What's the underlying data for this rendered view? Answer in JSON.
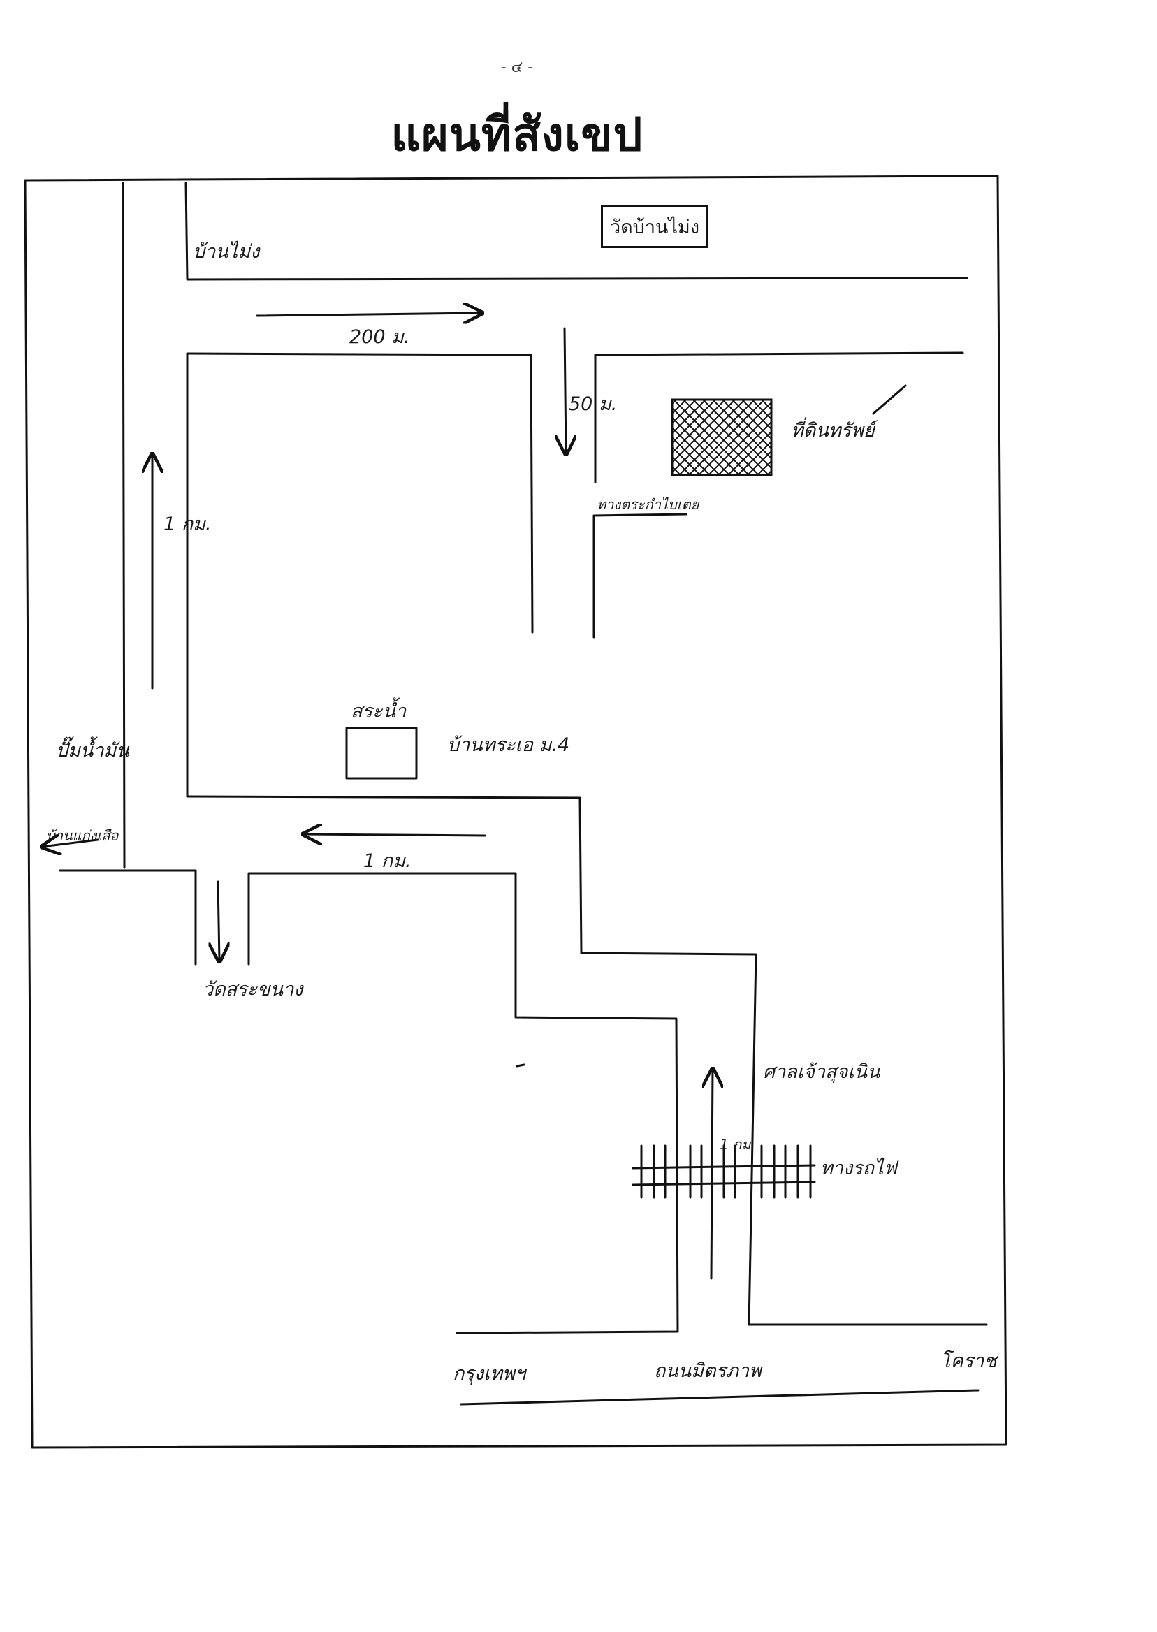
{
  "page_number": "- ๔ -",
  "title": "แผนที่สังเขป",
  "labels": {
    "village_top": "บ้านไม่ง",
    "temple_top": "วัดบ้านไม่ง",
    "dist_200": "200 ม.",
    "dist_50": "50 ม.",
    "land_site": "ที่ดินทรัพย์",
    "lane": "ทางตระกำไบเตย",
    "dist_1km_left": "1 กม.",
    "fuel_station": "ปั๊มน้ำมัน",
    "pond": "สระน้ำ",
    "village_moo4": "บ้านทระเอ ม.4",
    "left_village": "บ้านแก่งเสือ",
    "dist_1km_mid": "1 กม.",
    "temple_bottom": "วัดสระขนาง",
    "shrine": "ศาลเจ้าสุจเนิน",
    "dist_1km_rail": "1 กม.",
    "railway": "ทางรถไฟ",
    "bangkok": "กรุงเทพฯ",
    "highway": "ถนนมิตรภาพ",
    "korat": "โคราช"
  },
  "colors": {
    "ink": "#111111",
    "paper": "#ffffff"
  },
  "icons": {
    "land_plot": "hatched-plot-icon",
    "railway": "railway-track-icon"
  }
}
